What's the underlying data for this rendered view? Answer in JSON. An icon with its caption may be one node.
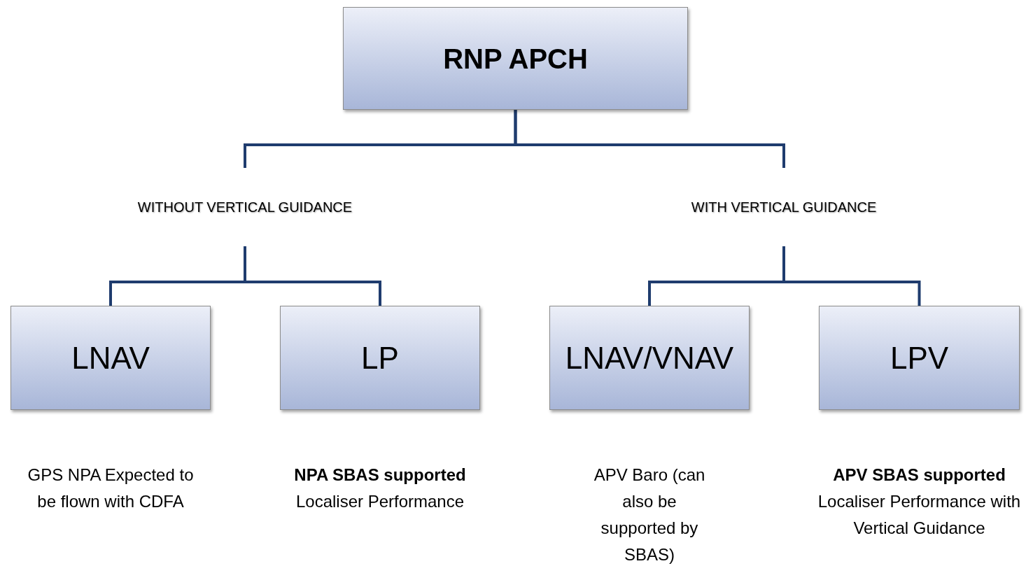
{
  "diagram": {
    "nodes": [
      {
        "text": [
          "RNP APCH"
        ]
      },
      {
        "text": [
          "WITHOUT VERTICAL GUIDANCE"
        ]
      },
      {
        "text": [
          "WITH VERTICAL GUIDANCE"
        ]
      },
      {
        "text": [
          "LNAV"
        ],
        "beside": [
          "GPS NPA Expected to be flown with CDFA"
        ]
      },
      {
        "text": [
          "LP"
        ],
        "beside": [
          "**NPA SBAS supported** Localiser Performance"
        ]
      },
      {
        "text": [
          "LNAV/VNAV"
        ],
        "beside": [
          "APV Baro (can also be supported by SBAS)"
        ]
      },
      {
        "text": [
          "LPV"
        ],
        "beside": [
          "**APV SBAS supported** Localiser Performance with Vertical Guidance"
        ]
      }
    ],
    "edges": [
      {
        "from": 0,
        "to": 1,
        "arrow": "none"
      },
      {
        "from": 0,
        "to": 2,
        "arrow": "none"
      },
      {
        "from": 1,
        "to": 3,
        "arrow": "none"
      },
      {
        "from": 1,
        "to": 4,
        "arrow": "none"
      },
      {
        "from": 2,
        "to": 5,
        "arrow": "none"
      },
      {
        "from": 2,
        "to": 6,
        "arrow": "none"
      }
    ]
  }
}
